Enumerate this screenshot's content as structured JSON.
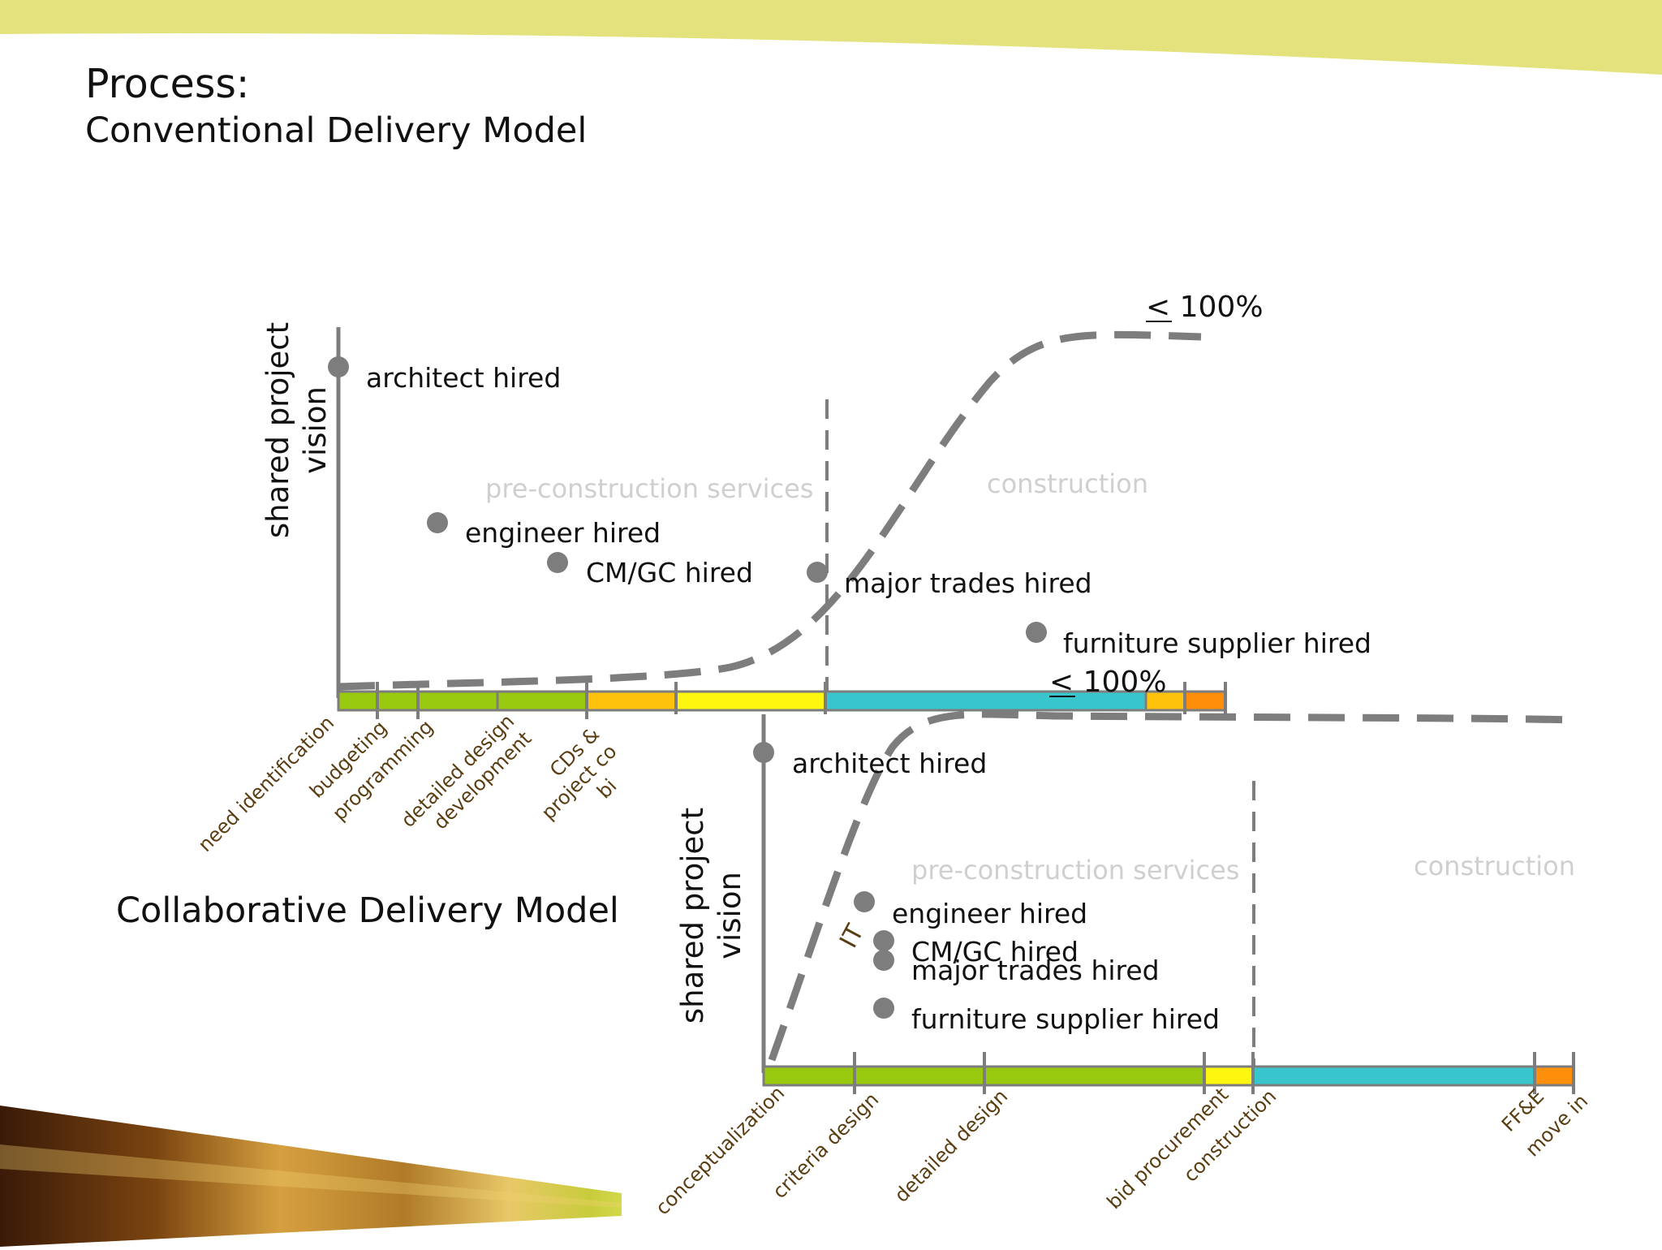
{
  "slide": {
    "title": "Process:",
    "subtitle": "Conventional Delivery Model",
    "collab_title": "Collaborative Delivery Model"
  },
  "colors": {
    "top_band": "#e3e27d",
    "green": "#99c90f",
    "amber": "#ffc20c",
    "yellow": "#fdf70f",
    "cyan": "#38c6cc",
    "orange": "#ff8e0a",
    "line_gray": "#7d7d7d"
  },
  "conventional": {
    "y_label": [
      "shared project",
      "vision"
    ],
    "phase_pre": "pre-construction services",
    "phase_construction": "construction",
    "percent_label": "< 100%",
    "events": [
      {
        "label": "architect hired"
      },
      {
        "label": "engineer hired"
      },
      {
        "label": "CM/GC hired"
      },
      {
        "label": "major trades hired"
      },
      {
        "label": "furniture supplier hired"
      }
    ],
    "timeline_labels": [
      [
        "need identification"
      ],
      [
        "budgeting"
      ],
      [
        "programming"
      ],
      [
        "detailed design",
        "development"
      ],
      [
        "CDs &",
        "project co",
        "bi"
      ]
    ],
    "segments": [
      {
        "color": "green"
      },
      {
        "color": "green"
      },
      {
        "color": "green"
      },
      {
        "color": "green"
      },
      {
        "color": "amber"
      },
      {
        "color": "yellow"
      },
      {
        "color": "cyan"
      },
      {
        "color": "amber"
      },
      {
        "color": "orange"
      }
    ]
  },
  "collaborative": {
    "y_label": [
      "shared project",
      "vision"
    ],
    "phase_pre": "pre-construction services",
    "phase_construction": "construction",
    "percent_label": "< 100%",
    "it_label": "IT",
    "events": [
      {
        "label": "architect hired"
      },
      {
        "label": "engineer hired"
      },
      {
        "label": "CM/GC hired"
      },
      {
        "label": "major trades hired"
      },
      {
        "label": "furniture supplier hired"
      }
    ],
    "timeline_labels": [
      [
        "conceptualization"
      ],
      [
        "criteria design"
      ],
      [
        "detailed design"
      ],
      [
        "bid procurement"
      ],
      [
        "construction"
      ],
      [
        "FF&E"
      ],
      [
        "move in"
      ]
    ],
    "segments": [
      {
        "color": "green"
      },
      {
        "color": "green"
      },
      {
        "color": "green"
      },
      {
        "color": "yellow"
      },
      {
        "color": "cyan"
      },
      {
        "color": "orange"
      }
    ]
  }
}
